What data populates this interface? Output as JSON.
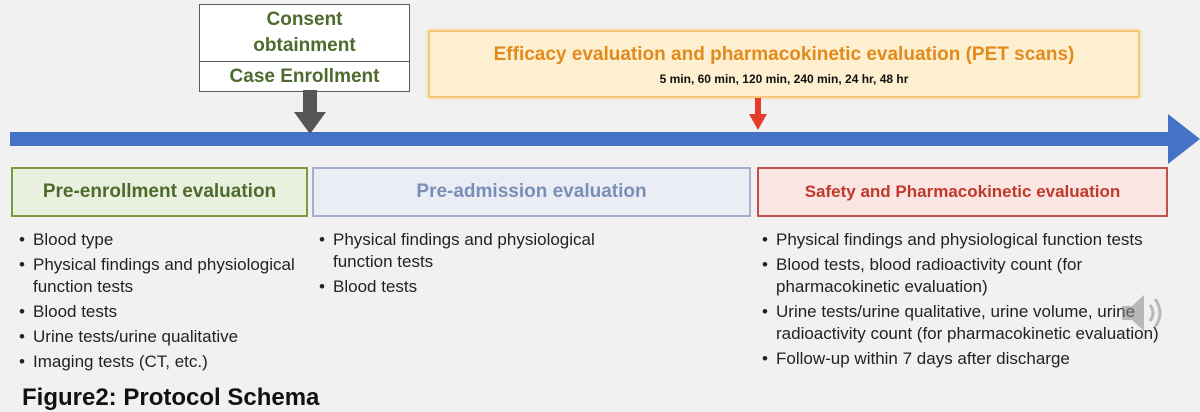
{
  "consent": {
    "top_label": "Consent obtainment",
    "bottom_label": "Case Enrollment"
  },
  "efficacy": {
    "title": "Efficacy evaluation and pharmacokinetic evaluation (PET scans)",
    "timepoints": "5 min, 60 min, 120 min, 240 min, 24 hr, 48 hr"
  },
  "phases": [
    {
      "title": "Pre-enrollment evaluation",
      "items": [
        "Blood type",
        "Physical findings and physiological function tests",
        "Blood tests",
        "Urine tests/urine qualitative",
        "Imaging tests (CT, etc.)"
      ]
    },
    {
      "title": "Pre-admission evaluation",
      "items": [
        "Physical findings and physiological function tests",
        "Blood tests"
      ]
    },
    {
      "title": "Safety and Pharmacokinetic evaluation",
      "items": [
        "Physical findings and physiological function tests",
        "Blood tests, blood radioactivity count (for pharmacokinetic evaluation)",
        "Urine tests/urine qualitative, urine volume, urine radioactivity count (for pharmacokinetic evaluation)",
        "Follow-up within 7 days after discharge"
      ]
    }
  ],
  "caption": "Figure2: Protocol Schema",
  "colors": {
    "timeline": "#4472c4",
    "pre_enroll": "#7b9a43",
    "pre_admit": "#a3b0cc",
    "safety": "#c0504d",
    "efficacy_border": "#f7c873",
    "pet_arrow": "#e53c2e",
    "enroll_arrow": "#555555"
  },
  "icons": [
    "speaker-icon"
  ]
}
